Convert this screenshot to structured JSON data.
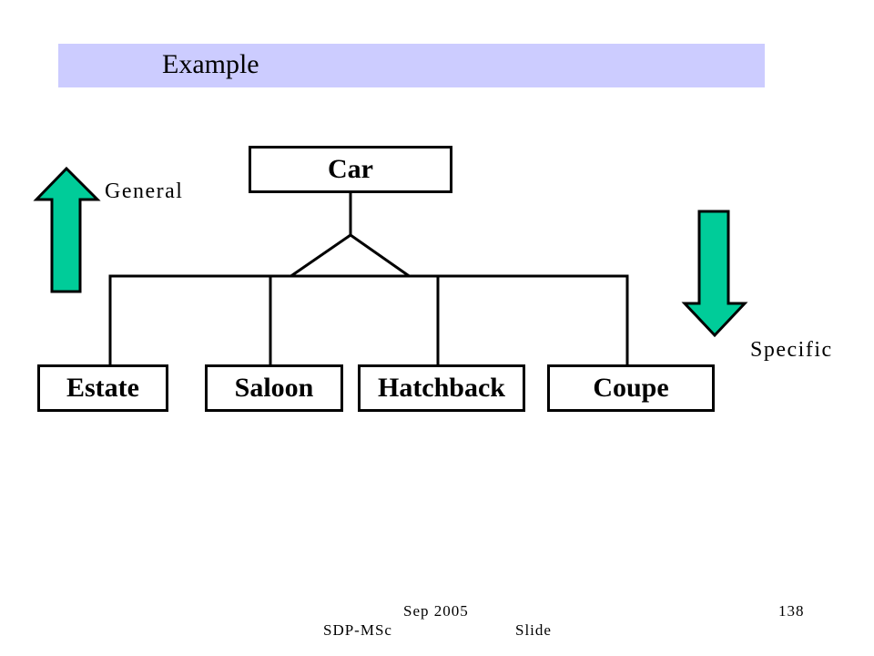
{
  "slide": {
    "title": "Example",
    "footer": {
      "date": "Sep 2005",
      "page": "138",
      "course": "SDP-MSc",
      "label": "Slide"
    }
  },
  "diagram": {
    "parent": "Car",
    "children": [
      "Estate",
      "Saloon",
      "Hatchback",
      "Coupe"
    ],
    "general_label": "General",
    "specific_label": "Specific"
  },
  "colors": {
    "title_bar": "#ccccff",
    "arrow_fill": "#00cc99",
    "line": "#000000"
  }
}
